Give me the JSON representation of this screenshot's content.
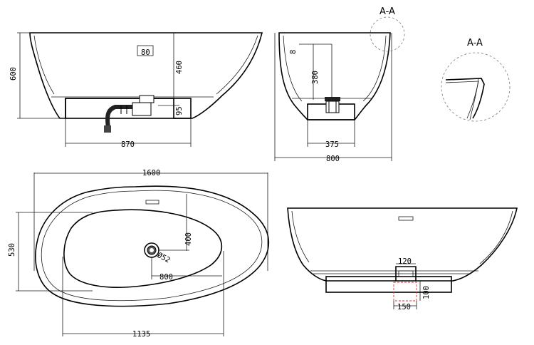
{
  "drawing": {
    "front_view": {
      "height_total": "600",
      "inner_depth": "460",
      "overflow_label": "80",
      "drain_height": "95",
      "base_length": "870"
    },
    "side_view": {
      "rim_offset": "8",
      "drain_depth": "380",
      "base_width": "375",
      "overall_width": "800",
      "section_label": "A-A"
    },
    "detail": {
      "section_label": "A-A"
    },
    "plan_view": {
      "overall_length": "1600",
      "overall_width": "530",
      "drain_offset_y": "400",
      "drain_diameter": "Ø52",
      "drain_offset_x": "800",
      "inner_length": "1135"
    },
    "back_view": {
      "slot_width": "120",
      "slot_height": "100",
      "cutout_width": "150"
    }
  }
}
